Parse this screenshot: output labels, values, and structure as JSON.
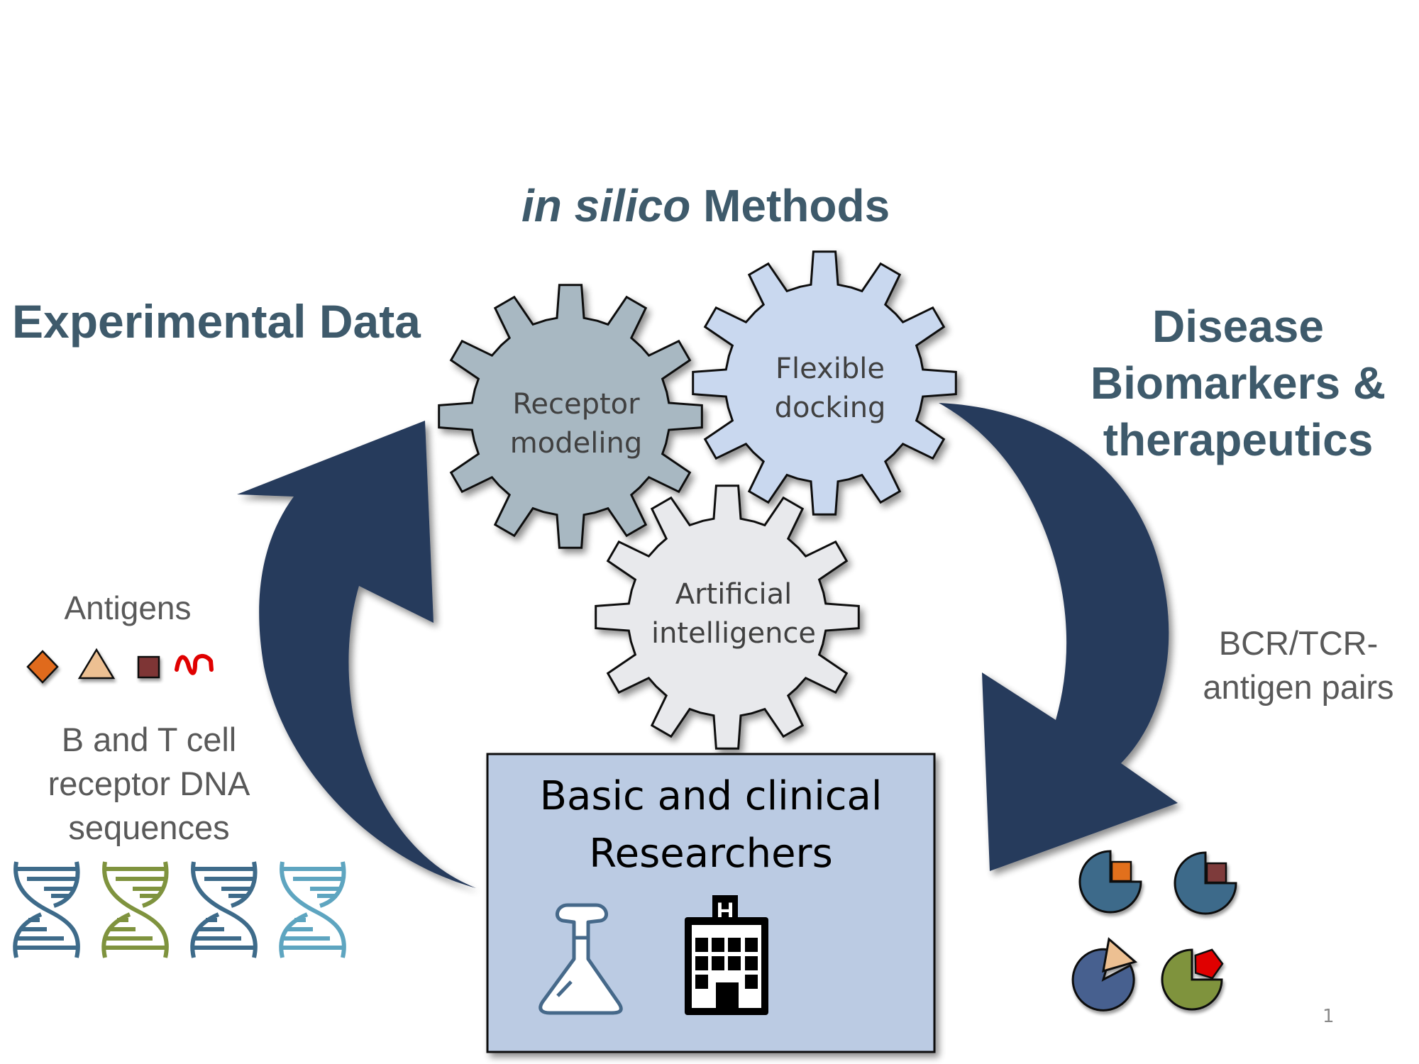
{
  "titles": {
    "methods_italic": "in silico",
    "methods_rest": " Methods",
    "experimental": "Experimental Data",
    "disease_lines": [
      "Disease",
      "Biomarkers &",
      "therapeutics"
    ]
  },
  "gears": [
    {
      "label_lines": [
        "Receptor",
        "modeling"
      ],
      "fill": "#A8B8C2"
    },
    {
      "label_lines": [
        "Flexible",
        "docking"
      ],
      "fill": "#C9D8EF"
    },
    {
      "label_lines": [
        "Artificial",
        "intelligence"
      ],
      "fill": "#E8E9EC"
    }
  ],
  "left_panel": {
    "antigens_label": "Antigens",
    "antigens": [
      {
        "shape": "diamond",
        "color": "#E06A1A"
      },
      {
        "shape": "triangle",
        "color": "#EDC092"
      },
      {
        "shape": "square",
        "color": "#7E3535"
      },
      {
        "shape": "squiggle",
        "color": "#E00000"
      }
    ],
    "sequences_lines": [
      "B and T cell",
      "receptor DNA",
      "sequences"
    ],
    "dna_colors": [
      "#3E6B8A",
      "#7F933E",
      "#3E6B8A",
      "#5EA5C0"
    ]
  },
  "right_panel": {
    "pairs_lines": [
      "BCR/TCR-",
      "antigen pairs"
    ],
    "receptors": [
      {
        "color": "#3E6B8A",
        "antigen": "square",
        "antigen_color": "#E2701C"
      },
      {
        "color": "#3E6B8A",
        "antigen": "square",
        "antigen_color": "#7E3A3A"
      },
      {
        "color": "#46618F",
        "antigen": "triangle",
        "antigen_color": "#EDC092"
      },
      {
        "color": "#7F933E",
        "antigen": "pentagon",
        "antigen_color": "#E00000"
      }
    ]
  },
  "researchers_box": {
    "lines": [
      "Basic and clinical",
      "Researchers"
    ],
    "icons": [
      "flask-icon",
      "hospital-icon"
    ],
    "hospital_letter": "H"
  },
  "colors": {
    "arrow": "#283A5C",
    "heading": "#3E5A6B",
    "box_fill": "#BBCBE3"
  },
  "page_number": "1"
}
